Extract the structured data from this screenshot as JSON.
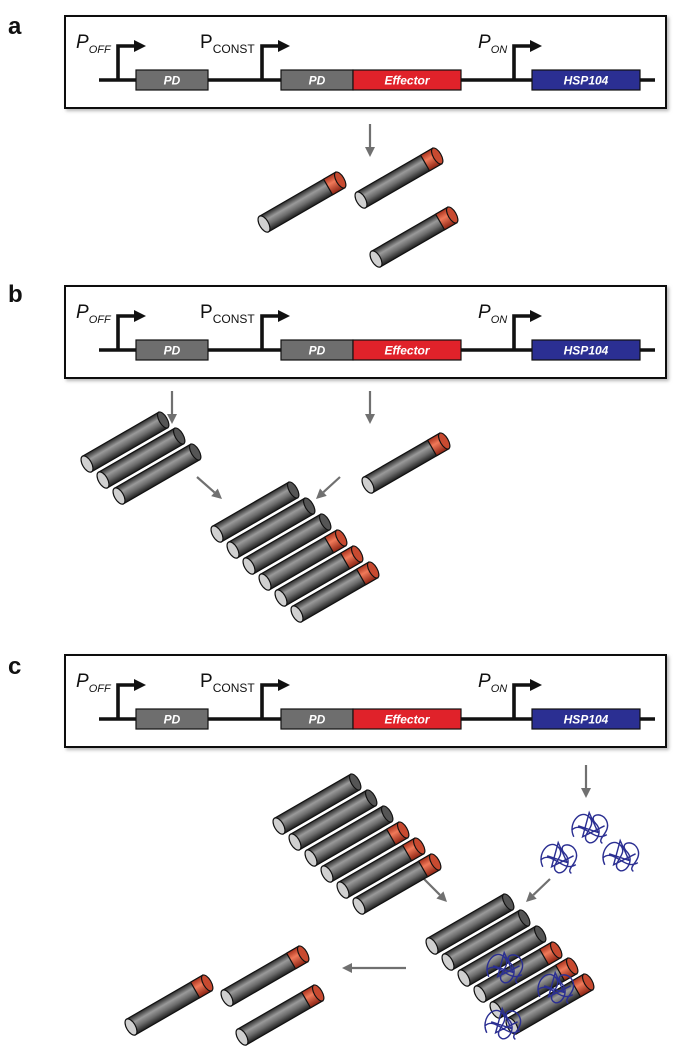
{
  "colors": {
    "pd": "#6e6e6e",
    "effector": "#e0222a",
    "hsp104": "#2b2f92",
    "rod_gray": "#5a5a5a",
    "rod_cap": "#e05a3c",
    "flow_arrow": "#707070"
  },
  "construct": {
    "promoters": [
      {
        "main": "P",
        "sub": "OFF",
        "italic": true
      },
      {
        "main": "P",
        "sub": "CONST",
        "italic": false
      },
      {
        "main": "P",
        "sub": "ON",
        "italic": true
      }
    ],
    "genes": [
      "PD",
      "PD",
      "Effector",
      "HSP104"
    ]
  },
  "panels": [
    {
      "letter": "a"
    },
    {
      "letter": "b"
    },
    {
      "letter": "c"
    }
  ]
}
